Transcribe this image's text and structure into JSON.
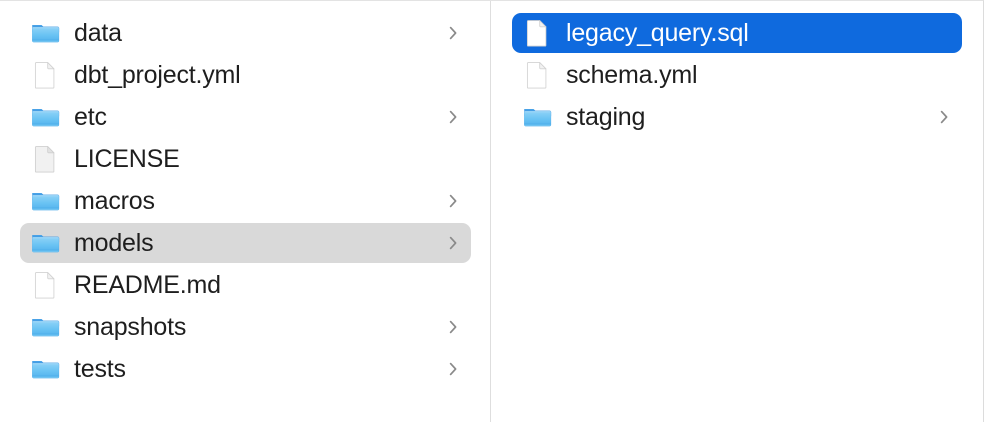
{
  "window": {
    "app": "Finder",
    "view_mode": "column",
    "accent_color": "#0f6ade",
    "inactive_selection_color": "#d9d9d9",
    "label_color": "#1e1e1e",
    "background_color": "#ffffff"
  },
  "columns": [
    {
      "name": "parent-column",
      "items": [
        {
          "label": "data",
          "kind": "folder",
          "icon": "folder-icon",
          "has_children": true,
          "selected": false,
          "selection_style": "none"
        },
        {
          "label": "dbt_project.yml",
          "kind": "file",
          "icon": "document-icon",
          "has_children": false,
          "selected": false,
          "selection_style": "none"
        },
        {
          "label": "etc",
          "kind": "folder",
          "icon": "folder-icon",
          "has_children": true,
          "selected": false,
          "selection_style": "none"
        },
        {
          "label": "LICENSE",
          "kind": "file",
          "icon": "plain-document-icon",
          "has_children": false,
          "selected": false,
          "selection_style": "none"
        },
        {
          "label": "macros",
          "kind": "folder",
          "icon": "folder-icon",
          "has_children": true,
          "selected": false,
          "selection_style": "none"
        },
        {
          "label": "models",
          "kind": "folder",
          "icon": "folder-icon",
          "has_children": true,
          "selected": true,
          "selection_style": "gray"
        },
        {
          "label": "README.md",
          "kind": "file",
          "icon": "document-icon",
          "has_children": false,
          "selected": false,
          "selection_style": "none"
        },
        {
          "label": "snapshots",
          "kind": "folder",
          "icon": "folder-icon",
          "has_children": true,
          "selected": false,
          "selection_style": "none"
        },
        {
          "label": "tests",
          "kind": "folder",
          "icon": "folder-icon",
          "has_children": true,
          "selected": false,
          "selection_style": "none"
        }
      ]
    },
    {
      "name": "models-column",
      "items": [
        {
          "label": "legacy_query.sql",
          "kind": "file",
          "icon": "document-icon",
          "has_children": false,
          "selected": true,
          "selection_style": "blue"
        },
        {
          "label": "schema.yml",
          "kind": "file",
          "icon": "document-icon",
          "has_children": false,
          "selected": false,
          "selection_style": "none"
        },
        {
          "label": "staging",
          "kind": "folder",
          "icon": "folder-icon",
          "has_children": true,
          "selected": false,
          "selection_style": "none"
        }
      ]
    }
  ],
  "icons": {
    "folder": "folder-icon",
    "document": "document-icon",
    "plain_document": "plain-document-icon",
    "disclosure": "chevron-right-icon"
  }
}
